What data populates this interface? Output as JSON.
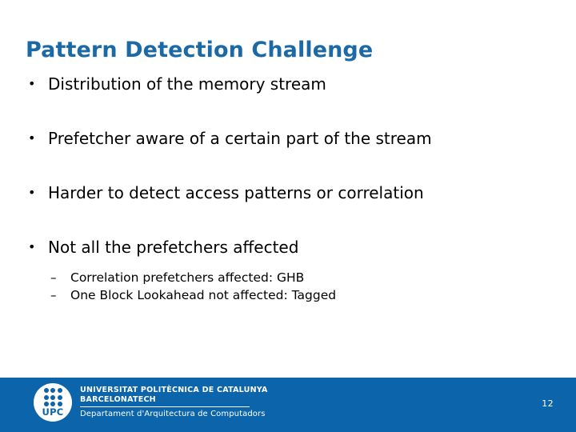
{
  "slide": {
    "title": "Pattern Detection Challenge",
    "title_color": "#1b6aa5",
    "background_color": "#ffffff",
    "bullet_marker": "•",
    "sub_bullet_marker": "–",
    "bullets": [
      {
        "text": "Distribution of the memory stream"
      },
      {
        "text": "Prefetcher aware of a certain part of the stream"
      },
      {
        "text": "Harder to detect access patterns or correlation"
      },
      {
        "text": "Not all the prefetchers affected"
      }
    ],
    "sub_bullets": [
      {
        "text": "Correlation prefetchers affected: GHB"
      },
      {
        "text": "One Block Lookahead not affected: Tagged"
      }
    ]
  },
  "footer": {
    "background_color": "#0c64ab",
    "logo": {
      "mark_text": "UPC",
      "line1": "UNIVERSITAT POLITÈCNICA DE CATALUNYA",
      "line2": "BARCELONATECH",
      "line3": "Departament d'Arquitectura de Computadors"
    },
    "page_number": "12"
  }
}
